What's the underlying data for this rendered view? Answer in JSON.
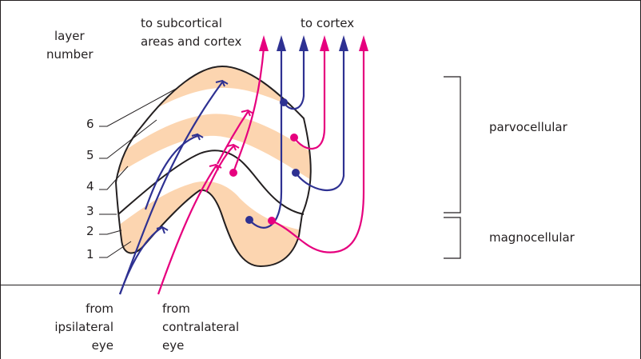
{
  "labels": {
    "layer_number_1": "layer",
    "layer_number_2": "number",
    "to_subcortical_1": "to subcortical",
    "to_subcortical_2": "areas and cortex",
    "to_cortex": "to cortex",
    "parvocellular": "parvocellular",
    "magnocellular": "magnocellular",
    "from_ipsi_1": "from",
    "from_ipsi_2": "ipsilateral",
    "from_ipsi_3": "eye",
    "from_contra_1": "from",
    "from_contra_2": "contralateral",
    "from_contra_3": "eye"
  },
  "layers": [
    "6",
    "5",
    "4",
    "3",
    "2",
    "1"
  ],
  "colors": {
    "ipsilateral": "#2e3192",
    "contralateral": "#e6007e",
    "layer_fill": "#fcd5b0",
    "outline": "#231f20"
  }
}
